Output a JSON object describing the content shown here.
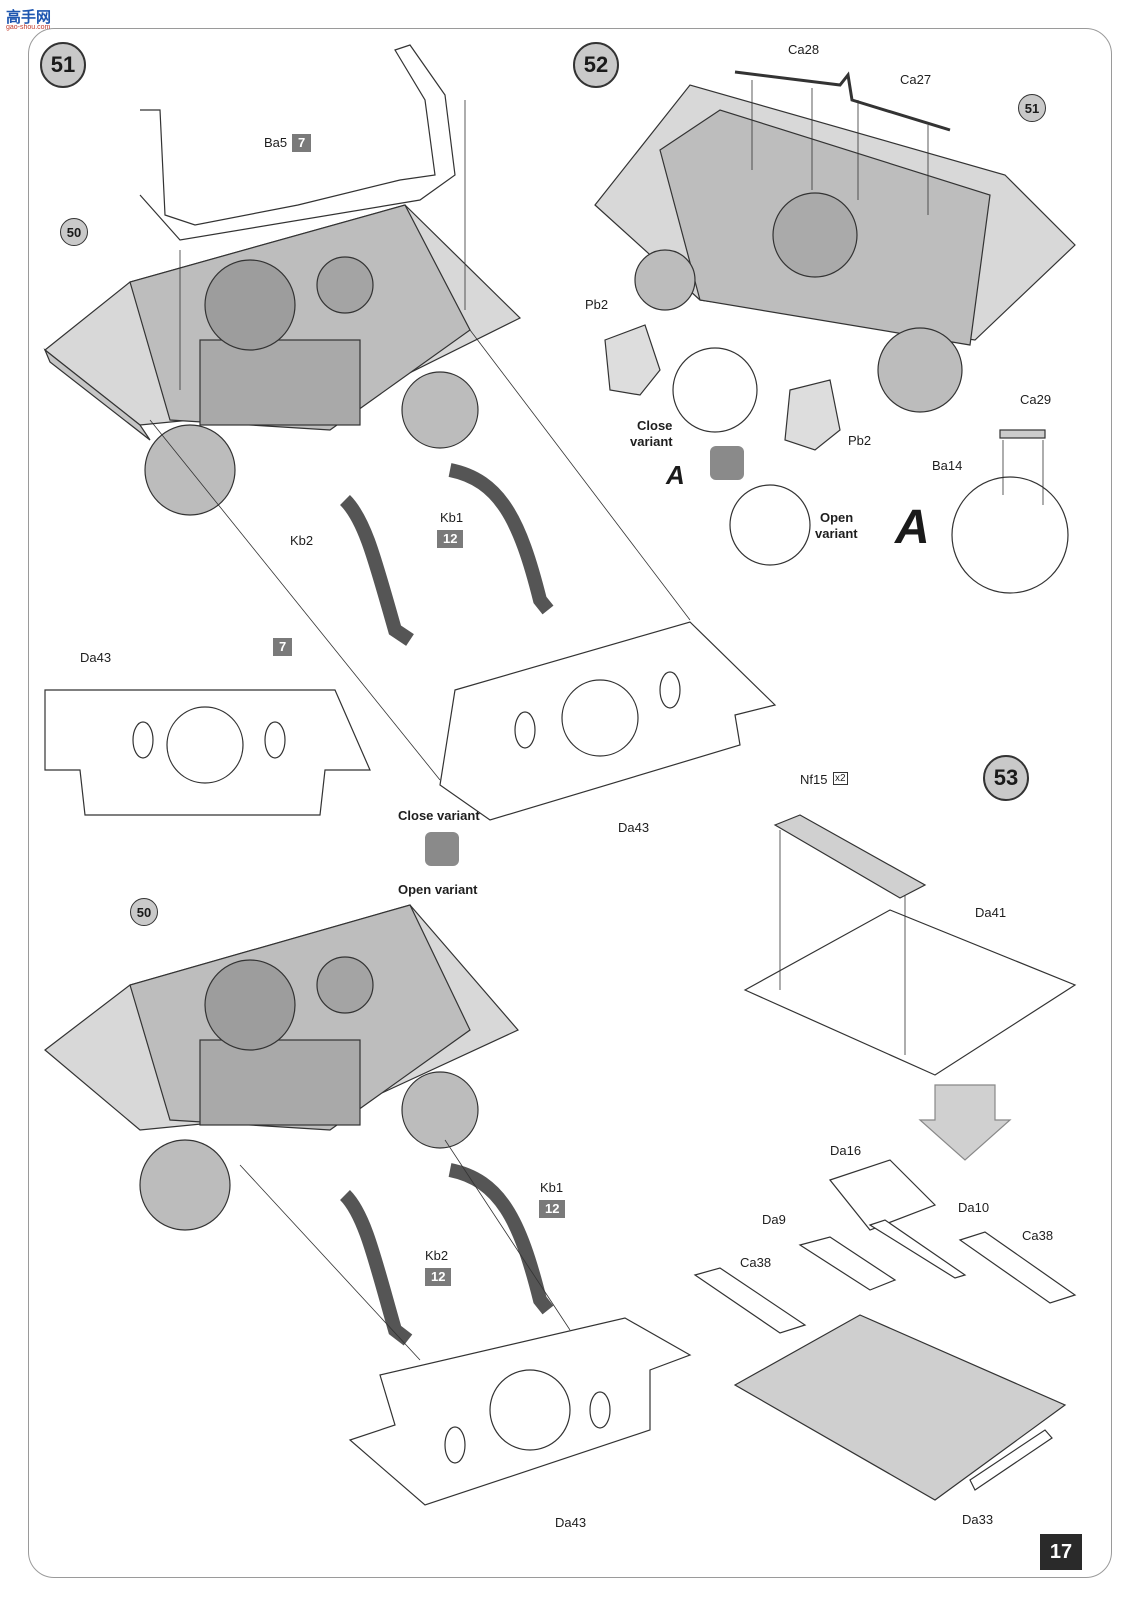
{
  "watermark": {
    "brand": "高手网",
    "url": "gao-shou.com"
  },
  "page_number": "17",
  "steps": {
    "s51": "51",
    "s52": "52",
    "s53": "53"
  },
  "refs": {
    "r50_top": "50",
    "r50_bottom": "50",
    "r51": "51"
  },
  "step51": {
    "ba5": "Ba5",
    "ba5_sprue": "7",
    "kb1": "Kb1",
    "kb1_sprue": "12",
    "kb2": "Kb2",
    "da43_left": "Da43",
    "da43_sprue": "7",
    "da43_right": "Da43",
    "close_variant": "Close variant",
    "open_variant": "Open variant",
    "kb1_b": "Kb1",
    "kb1_b_sprue": "12",
    "kb2_b": "Kb2",
    "kb2_b_sprue": "12",
    "da43_bottom": "Da43"
  },
  "step52": {
    "ca28": "Ca28",
    "ca27": "Ca27",
    "pb2_left": "Pb2",
    "pb2_right": "Pb2",
    "close_variant_line1": "Close",
    "close_variant_line2": "variant",
    "open_variant_line1": "Open",
    "open_variant_line2": "variant",
    "a_small": "A",
    "a_big": "A",
    "ca29": "Ca29",
    "ba14": "Ba14"
  },
  "step53": {
    "nf15": "Nf15",
    "nf15_qty": "x2",
    "da41": "Da41",
    "da16": "Da16",
    "da9": "Da9",
    "da10": "Da10",
    "ca38_left": "Ca38",
    "ca38_right": "Ca38",
    "da33": "Da33"
  },
  "colors": {
    "shade": "#c9c9c9",
    "sprue": "#7a7a7a",
    "line": "#333333"
  }
}
